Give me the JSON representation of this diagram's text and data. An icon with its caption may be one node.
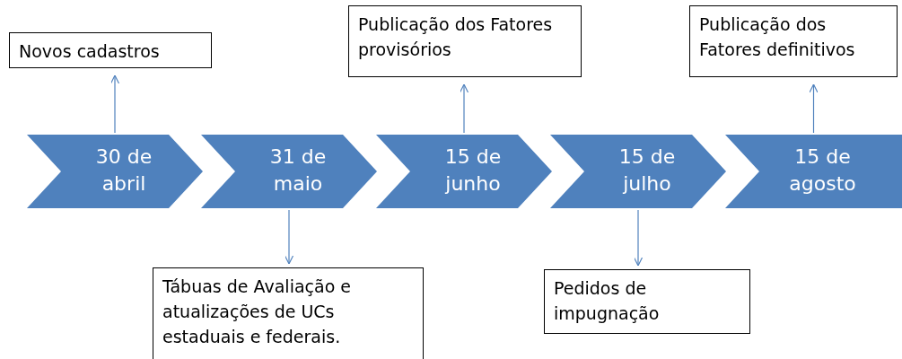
{
  "diagram": {
    "nodes": [
      {
        "text": [
          "Novos cadastros"
        ]
      },
      {
        "text": [
          "Publicação dos Fatores provisórios"
        ]
      },
      {
        "text": [
          "Publicação dos Fatores definitivos"
        ]
      },
      {
        "text": [
          "30 de abril"
        ]
      },
      {
        "text": [
          "31 de maio"
        ]
      },
      {
        "text": [
          "15 de junho"
        ]
      },
      {
        "text": [
          "15 de julho"
        ]
      },
      {
        "text": [
          "15 de agosto"
        ]
      },
      {
        "text": [
          "Tábuas de Avaliação e atualizações de UCs estaduais e federais."
        ]
      },
      {
        "text": [
          "Pedidos de impugnação"
        ]
      }
    ],
    "edges": [
      {
        "from": 3,
        "to": 0,
        "arrow": "to"
      },
      {
        "from": 5,
        "to": 1,
        "arrow": "to"
      },
      {
        "from": 7,
        "to": 2,
        "arrow": "to"
      },
      {
        "from": 4,
        "to": 8,
        "arrow": "to"
      },
      {
        "from": 6,
        "to": 9,
        "arrow": "to"
      }
    ]
  }
}
